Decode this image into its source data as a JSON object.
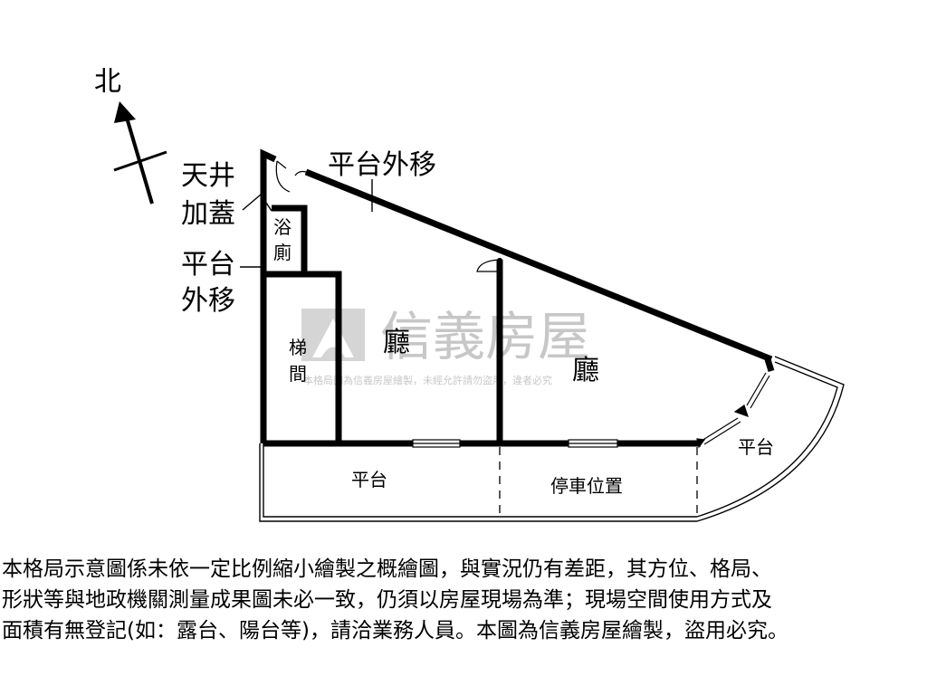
{
  "compass": {
    "north": "北"
  },
  "labels": {
    "platform_shift_top": "平台外移",
    "skylight_line1": "天井",
    "skylight_line2": "加蓋",
    "platform_shift_left_line1": "平台",
    "platform_shift_left_line2": "外移",
    "bathroom_line1": "浴",
    "bathroom_line2": "廁",
    "stairs_line1": "梯",
    "stairs_line2": "間",
    "hall_left": "廳",
    "hall_right": "廳",
    "platform_bottom": "平台",
    "parking": "停車位置",
    "platform_right": "平台"
  },
  "watermark": {
    "brand": "信義房屋",
    "subtitle": "本格局圖為信義房屋繪製，未經允許請勿盜用，違者必究"
  },
  "disclaimer": {
    "line1": "本格局示意圖係未依一定比例縮小繪製之概繪圖，與實況仍有差距，其方位、格局、",
    "line2": "形狀等與地政機關測量成果圖未必一致，仍須以房屋現場為準；現場空間使用方式及",
    "line3": "面積有無登記(如：露台、陽台等)，請洽業務人員。本圖為信義房屋繪製，盜用必究。"
  }
}
